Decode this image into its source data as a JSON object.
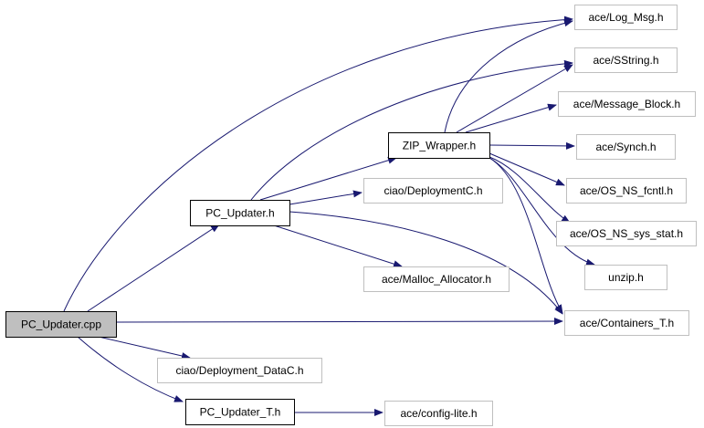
{
  "diagram": {
    "colors": {
      "edge": "#191970",
      "main_fill": "#bfbfbf",
      "main_stroke": "#000000",
      "direct_stroke": "#000000",
      "external_stroke": "#bfbfbf",
      "text_main": "#000000",
      "text_external": "#000000"
    },
    "nodes": [
      {
        "id": "pc_updater_cpp",
        "label": "PC_Updater.cpp",
        "kind": "main"
      },
      {
        "id": "pc_updater_h",
        "label": "PC_Updater.h",
        "kind": "direct"
      },
      {
        "id": "zip_wrapper_h",
        "label": "ZIP_Wrapper.h",
        "kind": "direct"
      },
      {
        "id": "pc_updater_t_h",
        "label": "PC_Updater_T.h",
        "kind": "direct"
      },
      {
        "id": "log_msg_h",
        "label": "ace/Log_Msg.h",
        "kind": "external"
      },
      {
        "id": "sstring_h",
        "label": "ace/SString.h",
        "kind": "external"
      },
      {
        "id": "message_block_h",
        "label": "ace/Message_Block.h",
        "kind": "external"
      },
      {
        "id": "synch_h",
        "label": "ace/Synch.h",
        "kind": "external"
      },
      {
        "id": "os_ns_fcntl_h",
        "label": "ace/OS_NS_fcntl.h",
        "kind": "external"
      },
      {
        "id": "os_ns_sys_stat_h",
        "label": "ace/OS_NS_sys_stat.h",
        "kind": "external"
      },
      {
        "id": "unzip_h",
        "label": "unzip.h",
        "kind": "external"
      },
      {
        "id": "containers_t_h",
        "label": "ace/Containers_T.h",
        "kind": "external"
      },
      {
        "id": "deploymentc_h",
        "label": "ciao/DeploymentC.h",
        "kind": "external"
      },
      {
        "id": "malloc_allocator_h",
        "label": "ace/Malloc_Allocator.h",
        "kind": "external"
      },
      {
        "id": "deployment_datac_h",
        "label": "ciao/Deployment_DataC.h",
        "kind": "external"
      },
      {
        "id": "config_lite_h",
        "label": "ace/config-lite.h",
        "kind": "external"
      }
    ],
    "edges": [
      {
        "from": "pc_updater_cpp",
        "to": "log_msg_h"
      },
      {
        "from": "pc_updater_cpp",
        "to": "pc_updater_h"
      },
      {
        "from": "pc_updater_cpp",
        "to": "containers_t_h"
      },
      {
        "from": "pc_updater_cpp",
        "to": "deployment_datac_h"
      },
      {
        "from": "pc_updater_cpp",
        "to": "pc_updater_t_h"
      },
      {
        "from": "pc_updater_h",
        "to": "sstring_h"
      },
      {
        "from": "pc_updater_h",
        "to": "zip_wrapper_h"
      },
      {
        "from": "pc_updater_h",
        "to": "deploymentc_h"
      },
      {
        "from": "pc_updater_h",
        "to": "containers_t_h"
      },
      {
        "from": "pc_updater_h",
        "to": "malloc_allocator_h"
      },
      {
        "from": "zip_wrapper_h",
        "to": "sstring_h"
      },
      {
        "from": "zip_wrapper_h",
        "to": "message_block_h"
      },
      {
        "from": "zip_wrapper_h",
        "to": "synch_h"
      },
      {
        "from": "zip_wrapper_h",
        "to": "os_ns_fcntl_h"
      },
      {
        "from": "zip_wrapper_h",
        "to": "os_ns_sys_stat_h"
      },
      {
        "from": "zip_wrapper_h",
        "to": "unzip_h"
      },
      {
        "from": "zip_wrapper_h",
        "to": "log_msg_h"
      },
      {
        "from": "zip_wrapper_h",
        "to": "containers_t_h"
      },
      {
        "from": "pc_updater_t_h",
        "to": "config_lite_h"
      }
    ]
  }
}
